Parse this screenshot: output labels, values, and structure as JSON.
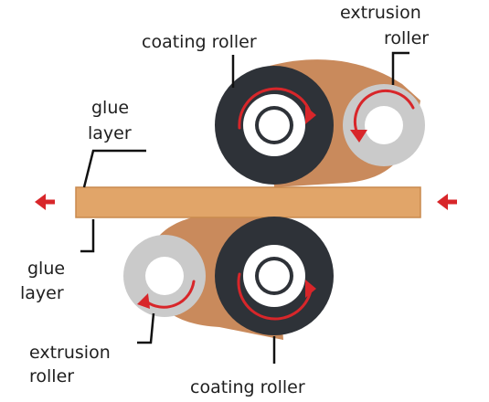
{
  "labels": {
    "coating_roller_top": "coating roller",
    "extrusion_top_line1": "extrusion",
    "extrusion_top_line2": "roller",
    "glue_top_line1": "glue",
    "glue_top_line2": "layer",
    "glue_bottom_line1": "glue",
    "glue_bottom_line2": "layer",
    "extrusion_bottom_line1": "extrusion",
    "extrusion_bottom_line2": "roller",
    "coating_roller_bottom": "coating roller"
  },
  "colors": {
    "glue": "#c98a5c",
    "board": "#e1a569",
    "board_edge": "#c98a4e",
    "coating_roller": "#2e3238",
    "extrusion_roller": "#cacaca",
    "arrow": "#d8262a",
    "leader": "#111111"
  },
  "icons": {
    "feed_in": "arrow-left-icon",
    "feed_out": "arrow-left-icon",
    "rotation": "circular-arrow-icon"
  }
}
